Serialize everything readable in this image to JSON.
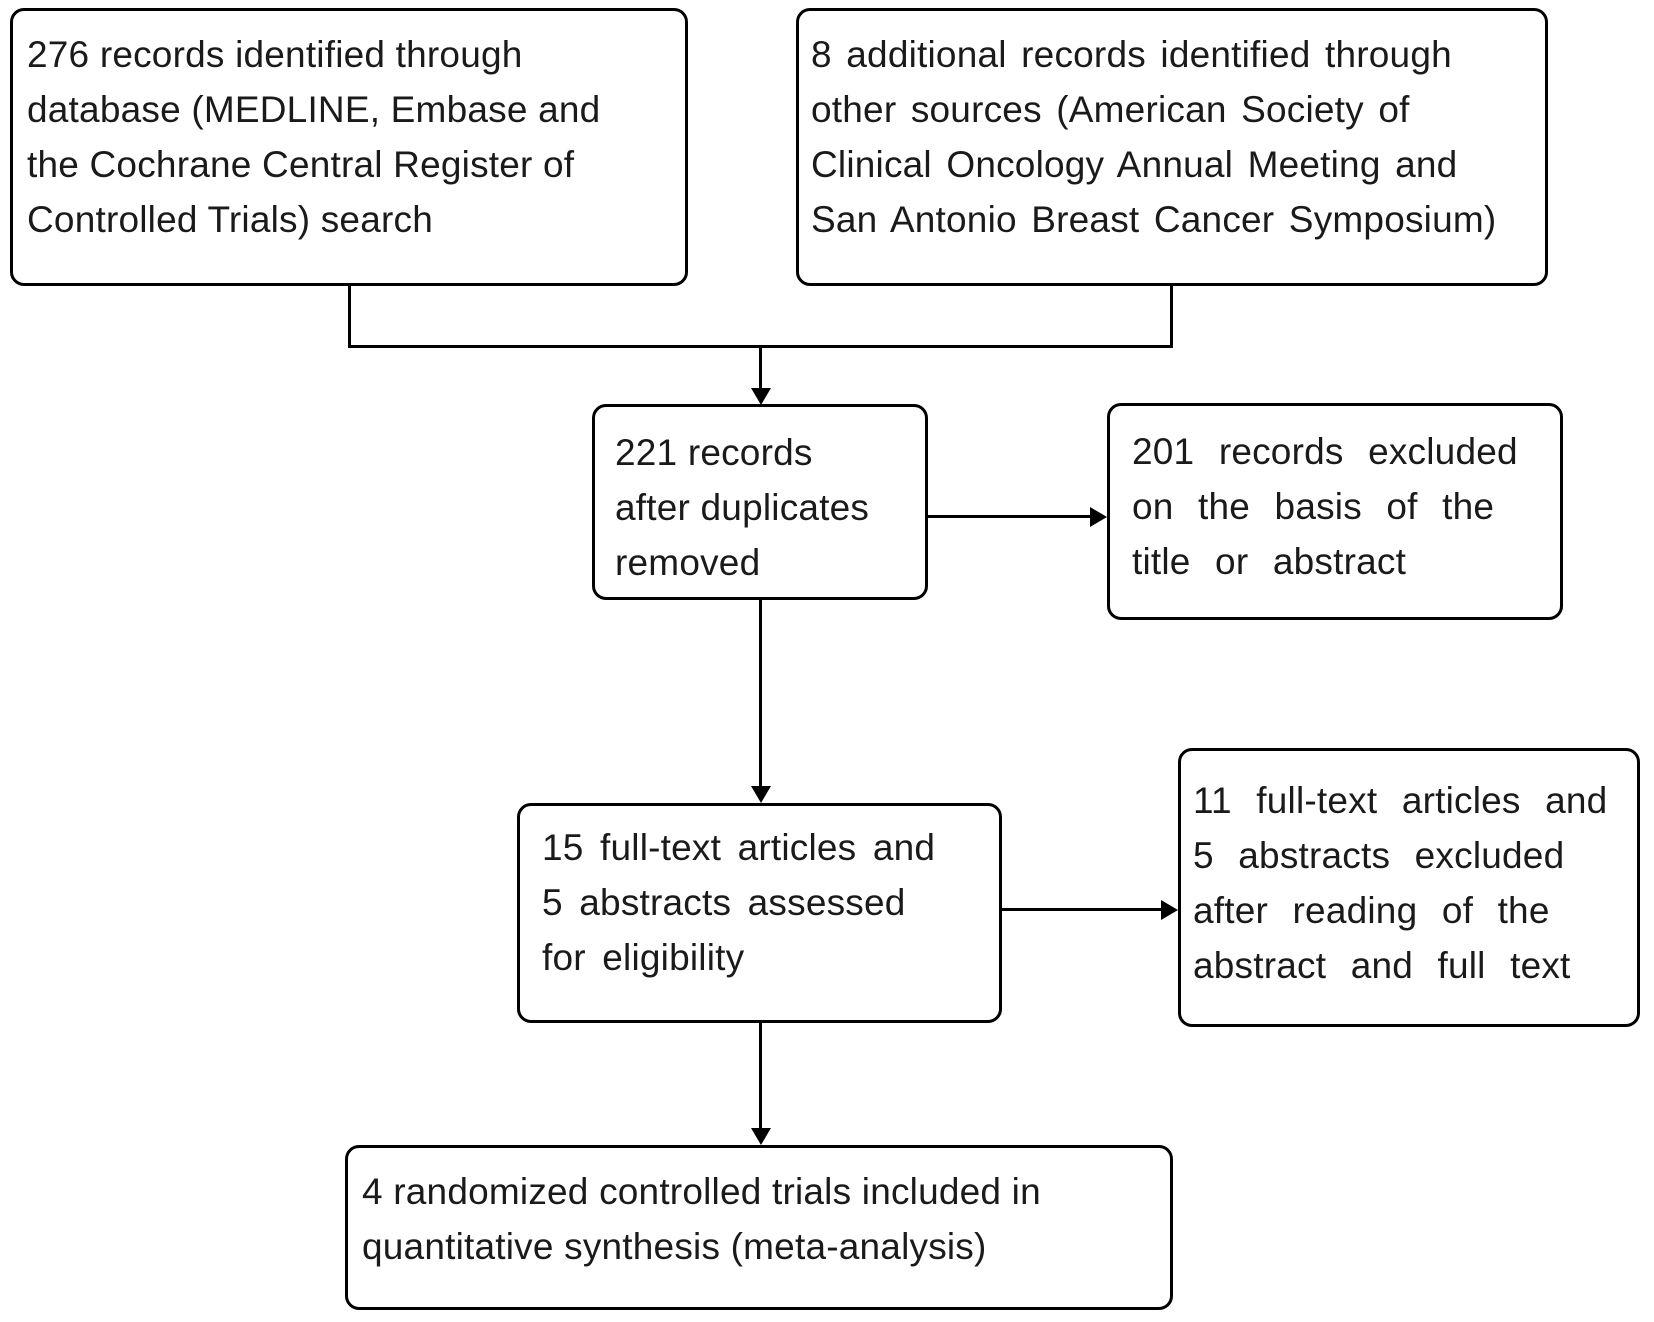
{
  "colors": {
    "background": "#ffffff",
    "box_border": "#000000",
    "connector": "#000000",
    "text": "#1a1a1a"
  },
  "boxes": {
    "identified_database": {
      "label": "276 records identified through\ndatabase (MEDLINE, Embase and\nthe Cochrane Central Register of\nControlled Trials) search",
      "count": 276
    },
    "identified_other_sources": {
      "label": "8 additional records identified through\nother sources (American Society of\nClinical Oncology Annual Meeting and\nSan Antonio Breast Cancer Symposium)",
      "count": 8
    },
    "records_after_duplicates": {
      "label": "221 records\nafter duplicates\nremoved",
      "count": 221
    },
    "records_excluded": {
      "label": "201 records excluded\non the basis of the\ntitle or abstract",
      "count": 201
    },
    "assessed_for_eligibility": {
      "label": "15 full-text articles and\n5 abstracts assessed\nfor eligibility",
      "counts": [
        15,
        5
      ]
    },
    "excluded_after_reading": {
      "label": "11 full-text articles and\n5 abstracts excluded\nafter reading of the\nabstract and full text",
      "counts": [
        11,
        5
      ]
    },
    "included_in_synthesis": {
      "label": "4 randomized controlled trials included in\nquantitative synthesis (meta-analysis)",
      "count": 4
    }
  },
  "connections": [
    {
      "from": "identified_database",
      "to": "records_after_duplicates",
      "type": "arrow"
    },
    {
      "from": "identified_other_sources",
      "to": "records_after_duplicates",
      "type": "arrow"
    },
    {
      "from": "records_after_duplicates",
      "to": "records_excluded",
      "type": "arrow"
    },
    {
      "from": "records_after_duplicates",
      "to": "assessed_for_eligibility",
      "type": "arrow"
    },
    {
      "from": "assessed_for_eligibility",
      "to": "excluded_after_reading",
      "type": "arrow"
    },
    {
      "from": "assessed_for_eligibility",
      "to": "included_in_synthesis",
      "type": "arrow"
    }
  ]
}
